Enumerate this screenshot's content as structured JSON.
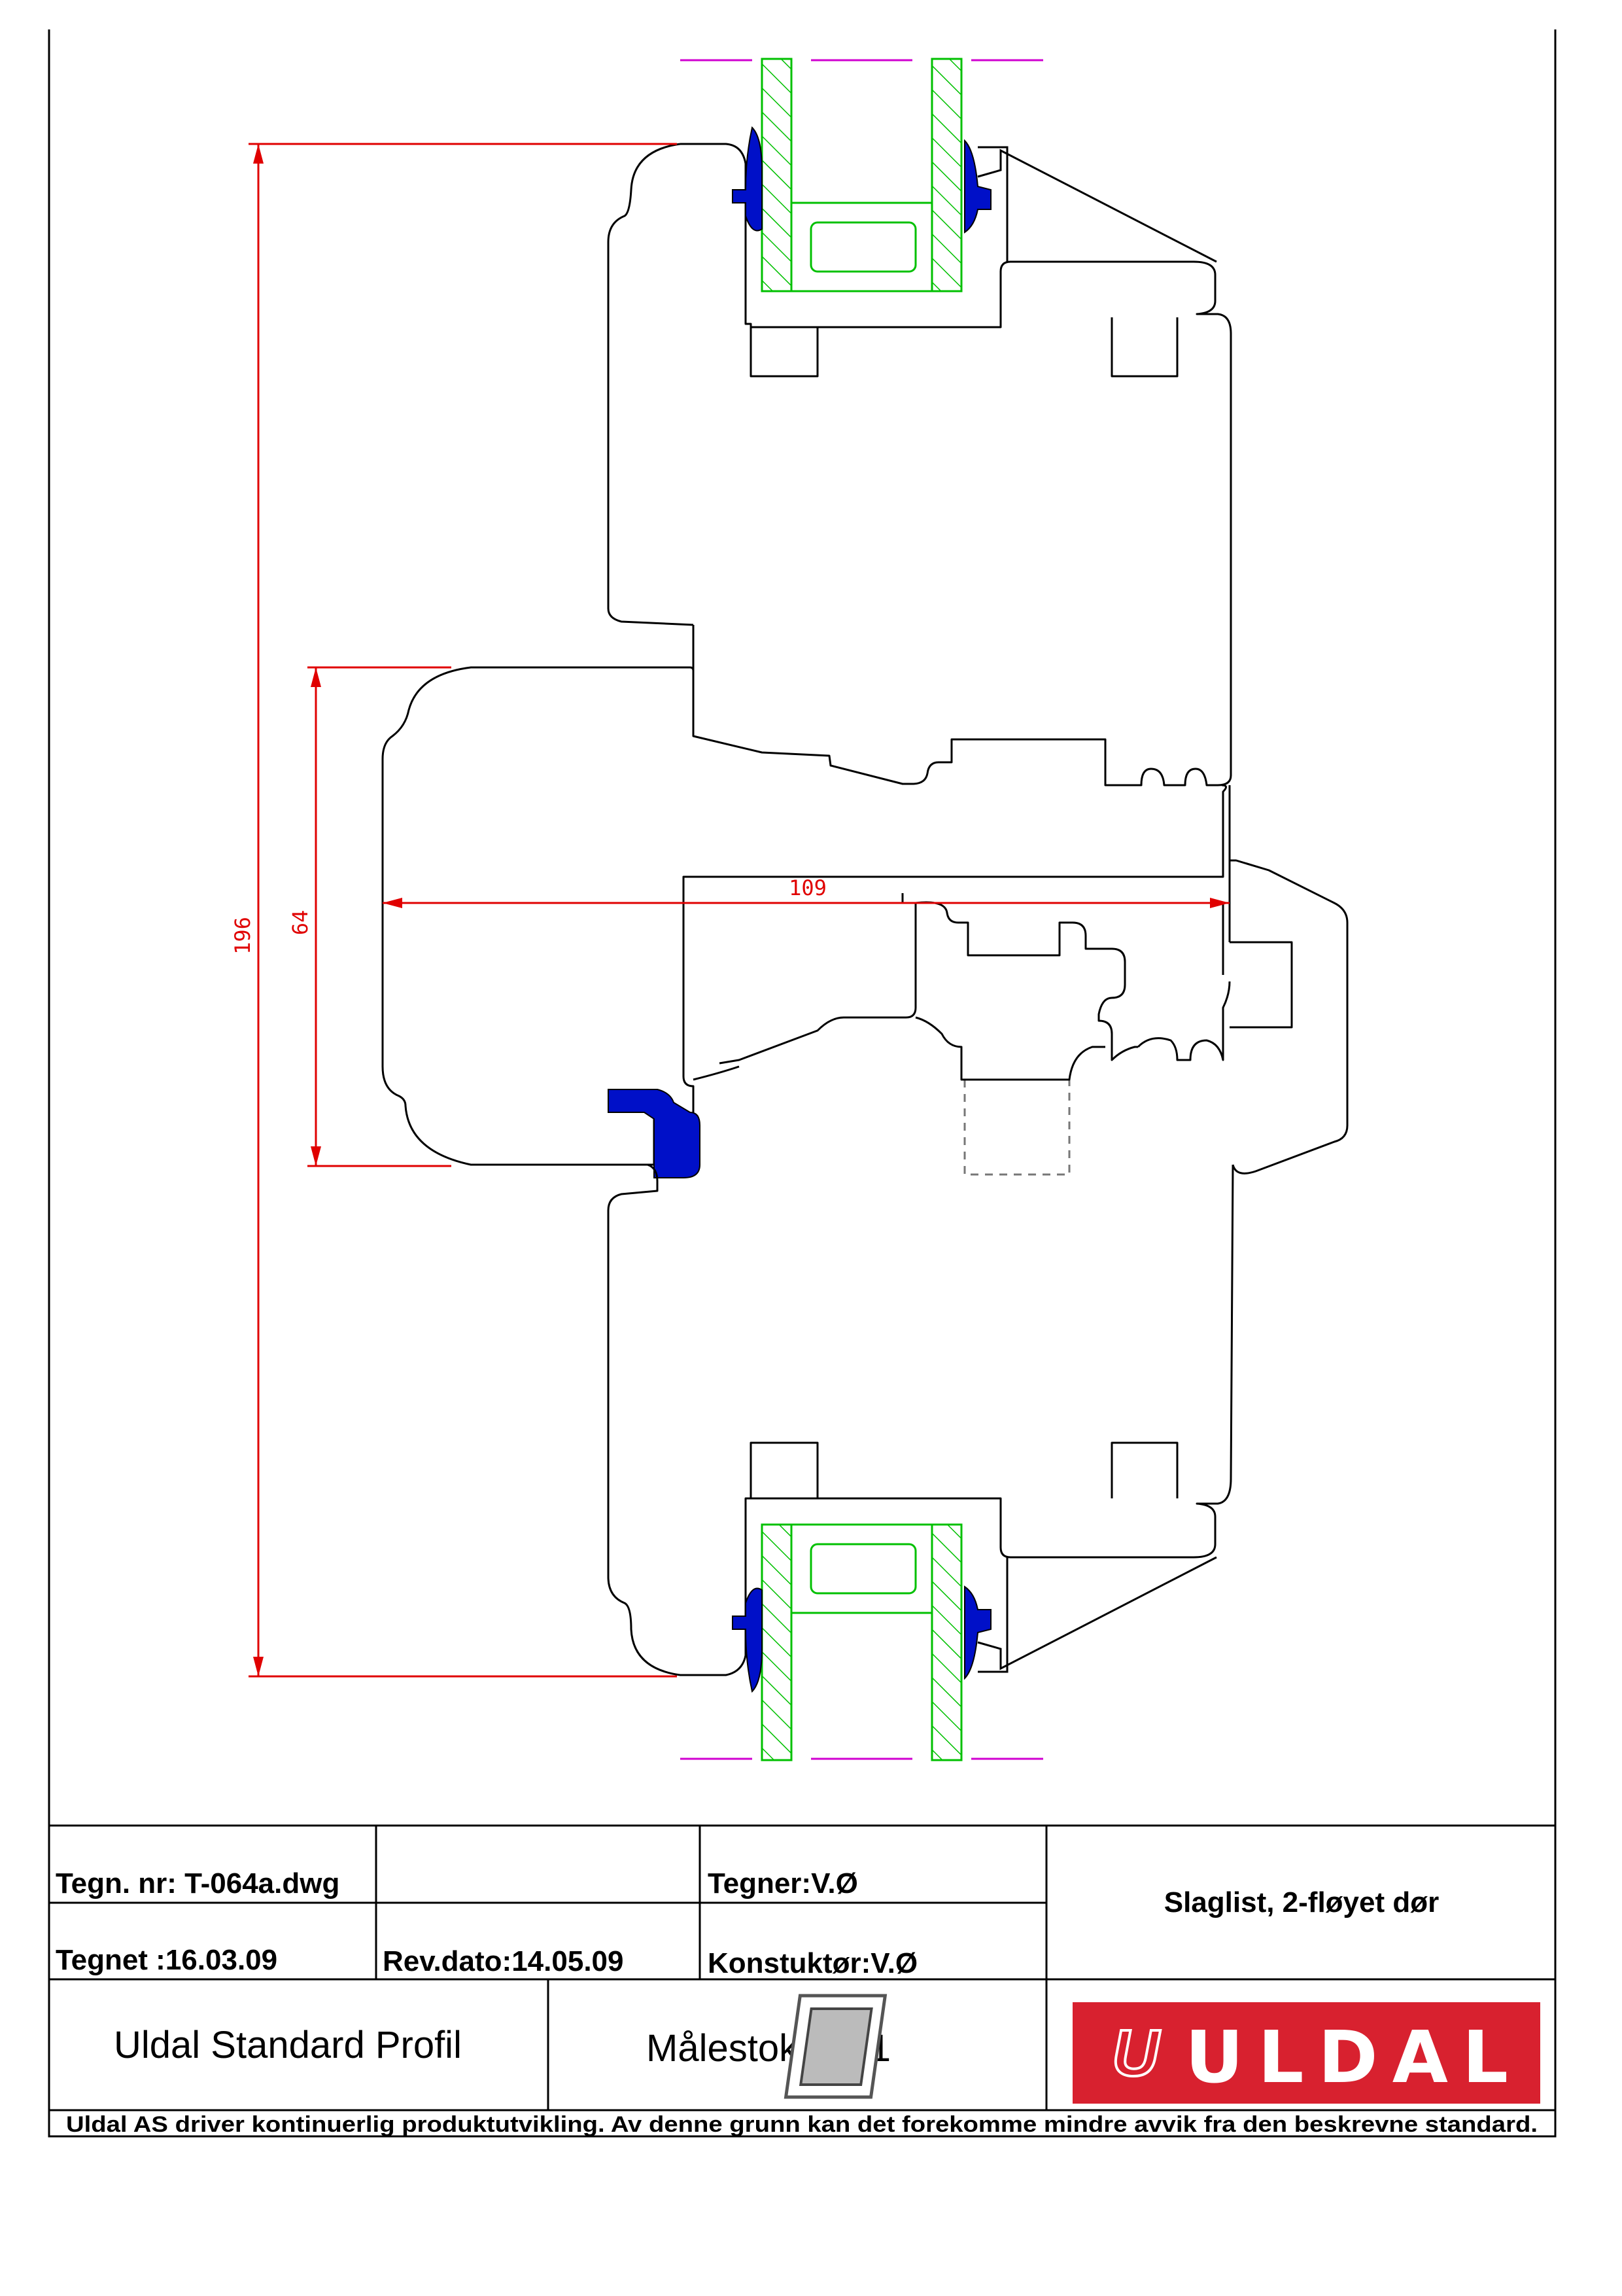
{
  "dimensions": {
    "overall_height": "196",
    "sash_height": "64",
    "width": "109"
  },
  "title_block": {
    "drawing_number": "Tegn. nr: T-064a.dwg",
    "drawn_date": "Tegnet :16.03.09",
    "revision_date": "Rev.dato:14.05.09",
    "drafter": "Tegner:V.Ø",
    "designer": "Konstuktør:V.Ø",
    "title": "Slaglist, 2-fløyet dør",
    "profile_name": "Uldal Standard Profil",
    "scale": "Målestokk: 1:1",
    "logo_text": "ULDAL",
    "logo_letter": "U",
    "disclaimer": "Uldal AS driver kontinuerlig produktutvikling. Av denne grunn kan det forekomme mindre avvik fra den beskrevne standard."
  },
  "colors": {
    "profile": "#000000",
    "dimension": "#e00000",
    "glass": "#00c000",
    "gasket": "#0010c8",
    "guide_line": "#d000d0",
    "brand_red": "#d8212f"
  }
}
